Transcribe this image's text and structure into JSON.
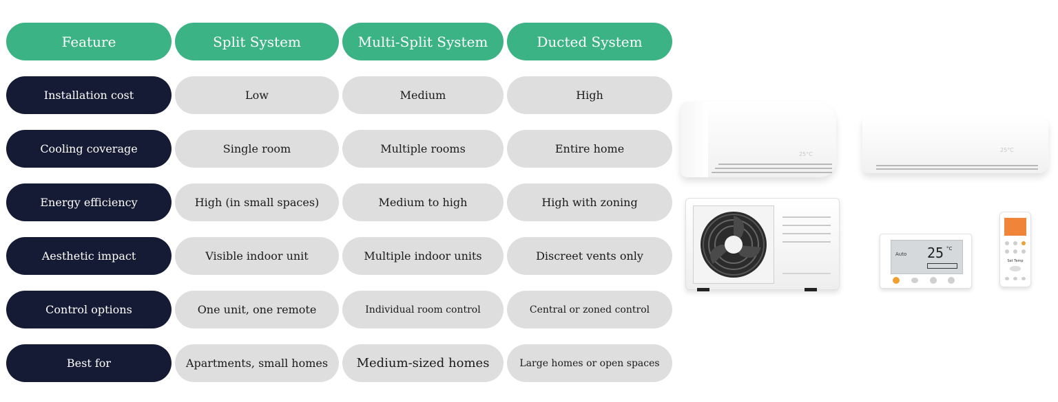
{
  "table": {
    "headers": [
      "Feature",
      "Split System",
      "Multi-Split System",
      "Ducted System"
    ],
    "rows": [
      {
        "label": "Installation cost",
        "values": [
          "Low",
          "Medium",
          "High"
        ]
      },
      {
        "label": "Cooling coverage",
        "values": [
          "Single room",
          "Multiple rooms",
          "Entire home"
        ]
      },
      {
        "label": "Energy efficiency",
        "values": [
          "High (in small spaces)",
          "Medium to high",
          "High with zoning"
        ]
      },
      {
        "label": "Aesthetic impact",
        "values": [
          "Visible indoor unit",
          "Multiple indoor units",
          "Discreet vents only"
        ]
      },
      {
        "label": "Control options",
        "values": [
          "One unit, one remote",
          "Individual room control",
          "Central or zoned control"
        ]
      },
      {
        "label": "Best for",
        "values": [
          "Apartments, small homes",
          "Medium-sized homes",
          "Large homes or open spaces"
        ]
      }
    ]
  },
  "illustration": {
    "indoor_unit_display": "25°C",
    "thermostat_temp": "25",
    "thermostat_unit": "°C",
    "thermostat_mode": "Auto",
    "remote_button_label": "Set Temp"
  },
  "colors": {
    "header_bg": "#3bb385",
    "label_bg": "#151b34",
    "cell_bg": "#dedede"
  }
}
